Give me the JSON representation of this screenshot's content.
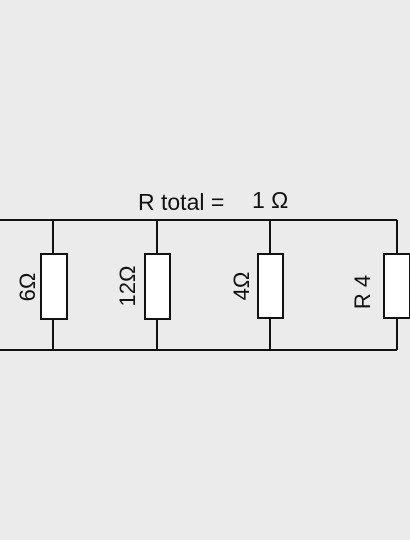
{
  "diagram": {
    "total": {
      "label": "R total =",
      "value": "1 Ω"
    },
    "resistors": [
      {
        "label": "6Ω"
      },
      {
        "label": "12Ω"
      },
      {
        "label": "4Ω"
      },
      {
        "label": "R 4"
      }
    ],
    "colors": {
      "background": "#ebebeb",
      "wire": "#111111",
      "resistor_fill": "#ffffff"
    }
  }
}
